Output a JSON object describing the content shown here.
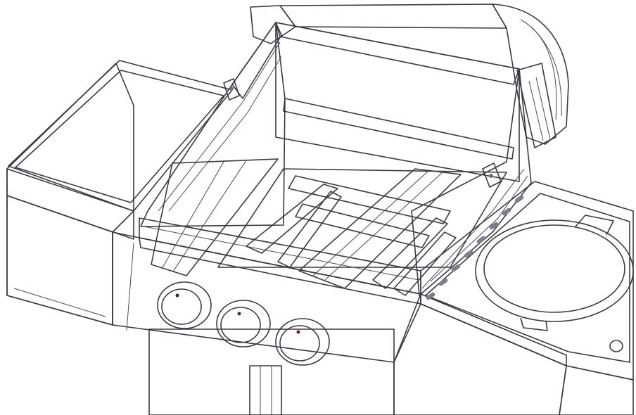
{
  "colors": {
    "background": "#ffffff",
    "body_metal": "#c9c9d4",
    "body_shade": "#a9a9b6",
    "body_dark": "#8d8d9b",
    "highlight": "#e6e6ee",
    "lid": "#b3b3bf",
    "heat_tent": "#ececf0",
    "outline": "#3a3a44"
  },
  "parts": [
    {
      "id": "left-side-shelf",
      "visible": true
    },
    {
      "id": "right-side-burner",
      "visible": true
    },
    {
      "id": "open-lid",
      "visible": true
    },
    {
      "id": "firebox",
      "visible": true
    },
    {
      "id": "flame-tamer-left",
      "visible": true
    },
    {
      "id": "flame-tamer-right",
      "visible": true
    },
    {
      "id": "control-panel",
      "visible": true
    },
    {
      "id": "cart-base",
      "visible": true
    }
  ],
  "knobs": [
    {
      "id": "knob-1"
    },
    {
      "id": "knob-2"
    },
    {
      "id": "knob-3"
    }
  ]
}
